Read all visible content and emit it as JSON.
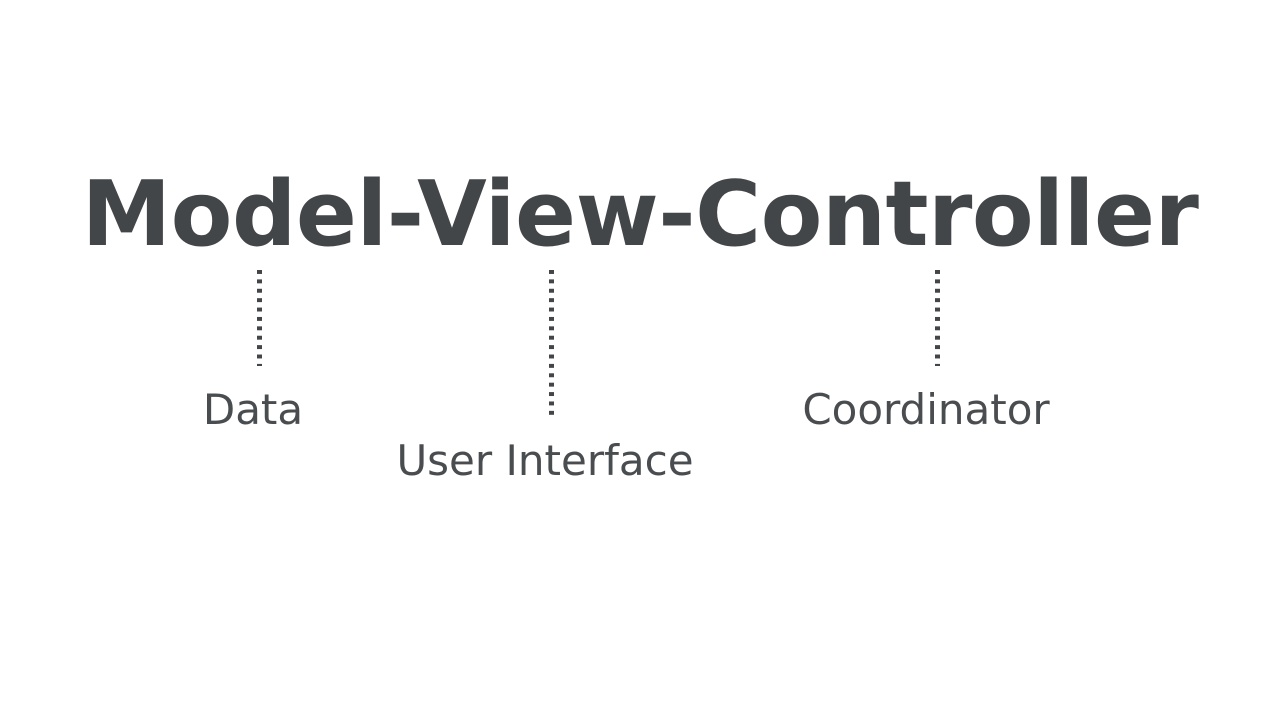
{
  "slide": {
    "background_color": "#ffffff",
    "text_color": "#434649",
    "label_color": "#4a4d50",
    "title": "Model-View-Controller",
    "annotations": [
      {
        "term": "Model",
        "label": "Data",
        "connector": "dotted-vertical-line",
        "connector_length": "short"
      },
      {
        "term": "View",
        "label": "User Interface",
        "connector": "dotted-vertical-line",
        "connector_length": "long"
      },
      {
        "term": "Controller",
        "label": "Coordinator",
        "connector": "dotted-vertical-line",
        "connector_length": "short"
      }
    ]
  }
}
